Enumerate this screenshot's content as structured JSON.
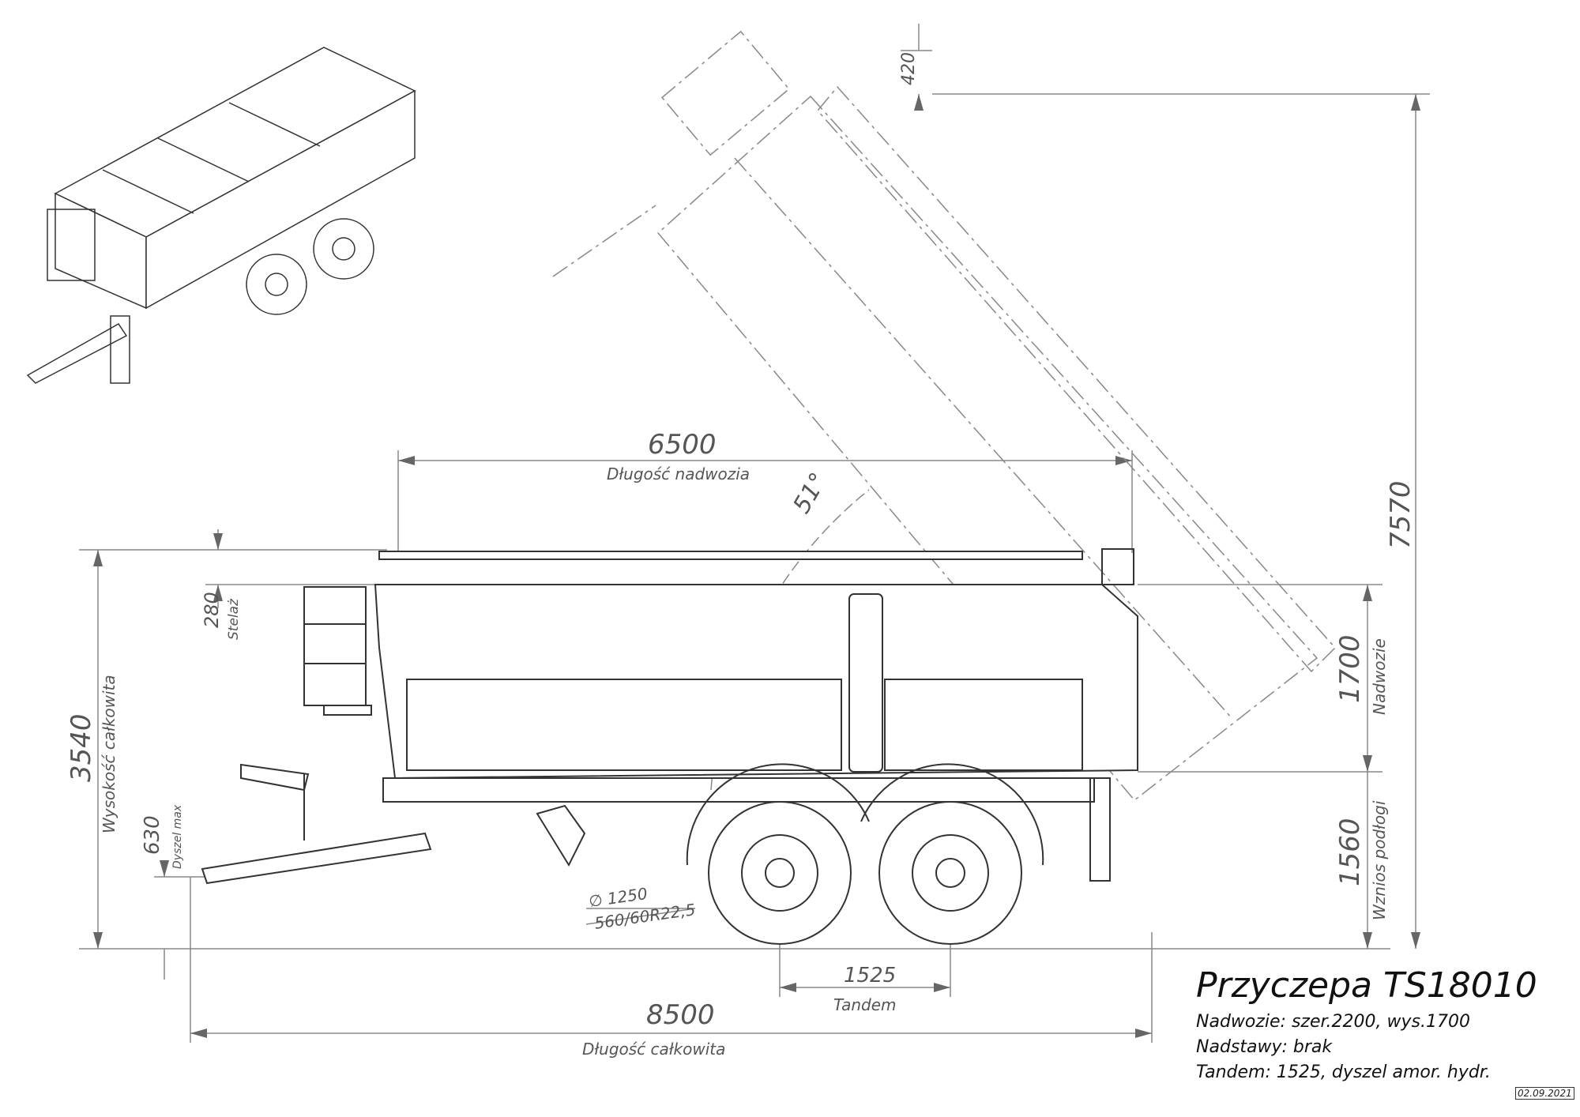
{
  "drawing": {
    "title": "Przyczepa TS18010",
    "specs": [
      "Nadwozie: szer.2200, wys.1700",
      "Nadstawy: brak",
      "Tandem: 1525, dyszel amor. hydr."
    ],
    "date": "02.09.2021"
  },
  "dimensions": {
    "total_length": {
      "value": "8500",
      "label": "Długość całkowita"
    },
    "body_length": {
      "value": "6500",
      "label": "Długość nadwozia"
    },
    "tandem": {
      "value": "1525",
      "label": "Tandem"
    },
    "total_height": {
      "value": "3540",
      "label": "Wysokość całkowita"
    },
    "frame": {
      "value": "280",
      "label": "Stelaż"
    },
    "drawbar": {
      "value": "630",
      "label": "Dyszel max"
    },
    "tipped_height": {
      "value": "7570"
    },
    "tipped_extra": {
      "value": "420"
    },
    "body_height": {
      "value": "1700",
      "label": "Nadwozie"
    },
    "floor_height": {
      "value": "1560",
      "label": "Wznios podłogi"
    },
    "tip_angle": {
      "value": "51°"
    },
    "wheel_diameter": {
      "value": "∅ 1250"
    },
    "tyre": {
      "value": "560/60R22,5"
    }
  }
}
